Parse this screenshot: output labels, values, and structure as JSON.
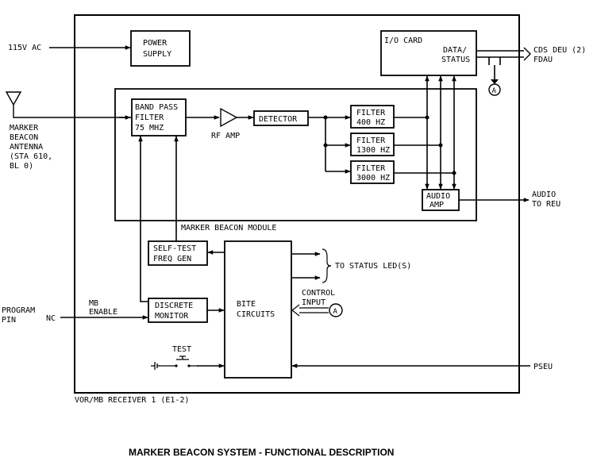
{
  "title": "MARKER BEACON SYSTEM - FUNCTIONAL DESCRIPTION",
  "receiver_label": "VOR/MB RECEIVER 1 (E1-2)",
  "module_label": "MARKER BEACON MODULE",
  "inputs": {
    "ac_power": "115V AC",
    "antenna_l1": "MARKER",
    "antenna_l2": "BEACON",
    "antenna_l3": "ANTENNA",
    "antenna_l4": "(STA 610,",
    "antenna_l5": "BL 0)",
    "program_pin_l1": "PROGRAM",
    "program_pin_l2": "PIN",
    "nc": "NC",
    "mb_enable_l1": "MB",
    "mb_enable_l2": "ENABLE",
    "test": "TEST",
    "control_input_l1": "CONTROL",
    "control_input_l2": "INPUT",
    "pseu": "PSEU"
  },
  "outputs": {
    "cds_deu_l1": "CDS DEU (2)",
    "cds_deu_l2": "FDAU",
    "audio_l1": "AUDIO",
    "audio_l2": "TO REU",
    "status_led": "TO STATUS LED(S)"
  },
  "blocks": {
    "power_supply_l1": "POWER",
    "power_supply_l2": "SUPPLY",
    "io_card": "I/O CARD",
    "data_status_l1": "DATA/",
    "data_status_l2": "STATUS",
    "bpf_l1": "BAND PASS",
    "bpf_l2": "FILTER",
    "bpf_l3": "75 MHZ",
    "rf_amp": "RF AMP",
    "detector": "DETECTOR",
    "filter400_l1": "FILTER",
    "filter400_l2": "400 HZ",
    "filter1300_l1": "FILTER",
    "filter1300_l2": "1300 HZ",
    "filter3000_l1": "FILTER",
    "filter3000_l2": "3000 HZ",
    "audio_amp_l1": "AUDIO",
    "audio_amp_l2": "AMP",
    "selftest_l1": "SELF-TEST",
    "selftest_l2": "FREQ GEN",
    "discrete_l1": "DISCRETE",
    "discrete_l2": "MONITOR",
    "bite_l1": "BITE",
    "bite_l2": "CIRCUITS"
  },
  "connector_label": "A"
}
